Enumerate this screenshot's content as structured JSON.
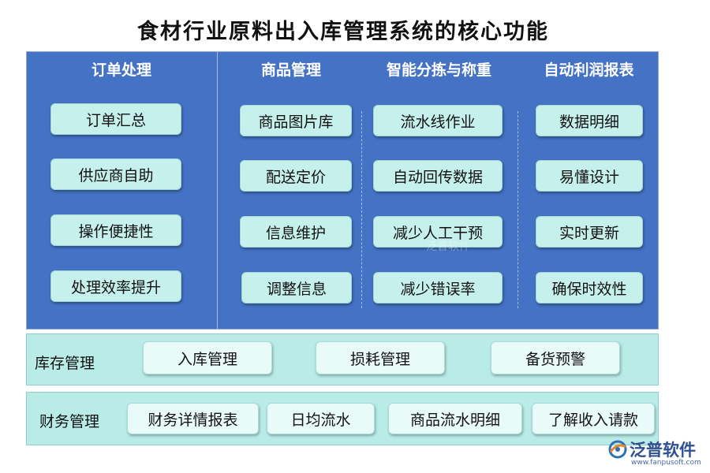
{
  "title": "食材行业原料出入库管理系统的核心功能",
  "columns": [
    {
      "heading": "订单处理",
      "items": [
        "订单汇总",
        "供应商自助",
        "操作便捷性",
        "处理效率提升"
      ]
    },
    {
      "heading": "商品管理",
      "items": [
        "商品图片库",
        "配送定价",
        "信息维护",
        "调整信息"
      ]
    },
    {
      "heading": "智能分拣与称重",
      "items": [
        "流水线作业",
        "自动回传数据",
        "减少人工干预",
        "减少错误率"
      ]
    },
    {
      "heading": "自动利润报表",
      "items": [
        "数据明细",
        "易懂设计",
        "实时更新",
        "确保时效性"
      ]
    }
  ],
  "inventory": {
    "label": "库存管理",
    "items": [
      "入库管理",
      "损耗管理",
      "备货预警"
    ]
  },
  "finance": {
    "label": "财务管理",
    "items": [
      "财务详情报表",
      "日均流水",
      "商品流水明细",
      "了解收入请款"
    ]
  },
  "watermark": "泛普软件",
  "logo": {
    "name": "泛普软件",
    "url": "www.fanpusoft.com",
    "icon": "fanpu-logo-icon"
  },
  "colors": {
    "top_panel": "#4472c4",
    "box": "#c5f0ec",
    "row_panel": "#b9ece7",
    "row_box": "#e9fbf9"
  }
}
